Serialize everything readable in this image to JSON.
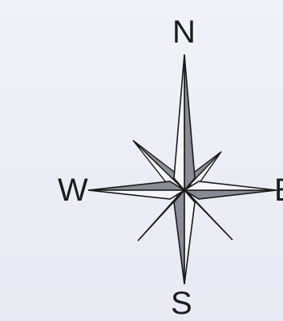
{
  "compass": {
    "north": "N",
    "south": "S",
    "west": "W",
    "east": "E"
  },
  "colors": {
    "background": "#eeeef6",
    "point_shade": "#8a8b95",
    "point_light": "#f5f5fb",
    "outline": "#1a1a1a"
  }
}
